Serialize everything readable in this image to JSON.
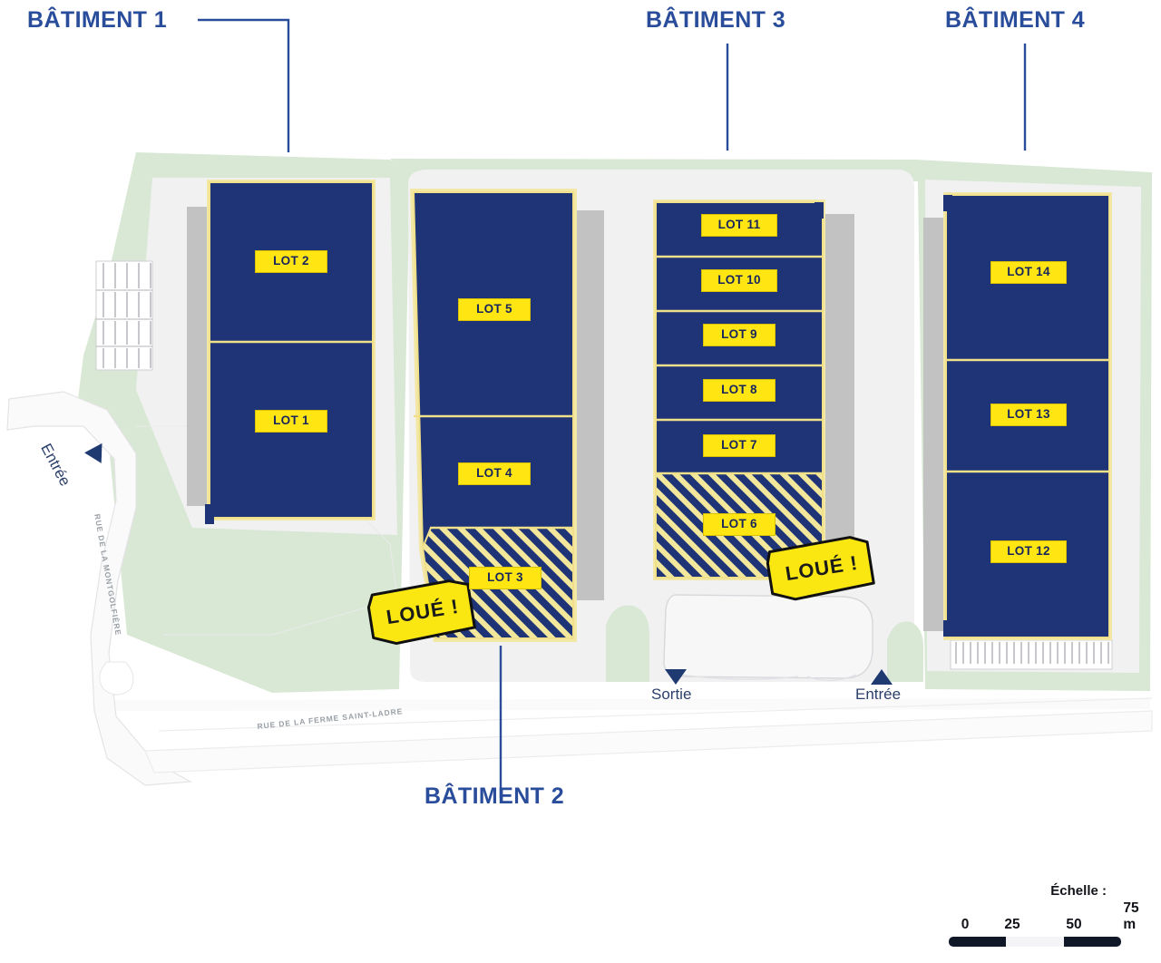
{
  "plan": {
    "title_prefix": "BÂTIMENT",
    "buildings": [
      {
        "id": "b1",
        "label": "BÂTIMENT 1"
      },
      {
        "id": "b2",
        "label": "BÂTIMENT 2"
      },
      {
        "id": "b3",
        "label": "BÂTIMENT 3"
      },
      {
        "id": "b4",
        "label": "BÂTIMENT 4"
      }
    ],
    "lots": [
      {
        "id": "lot1",
        "label": "LOT 1",
        "building": "BÂTIMENT 1",
        "status": "disponible"
      },
      {
        "id": "lot2",
        "label": "LOT 2",
        "building": "BÂTIMENT 1",
        "status": "disponible"
      },
      {
        "id": "lot3",
        "label": "LOT 3",
        "building": "BÂTIMENT 2",
        "status": "loué"
      },
      {
        "id": "lot4",
        "label": "LOT 4",
        "building": "BÂTIMENT 2",
        "status": "disponible"
      },
      {
        "id": "lot5",
        "label": "LOT 5",
        "building": "BÂTIMENT 2",
        "status": "disponible"
      },
      {
        "id": "lot6",
        "label": "LOT 6",
        "building": "BÂTIMENT 3",
        "status": "loué"
      },
      {
        "id": "lot7",
        "label": "LOT 7",
        "building": "BÂTIMENT 3",
        "status": "disponible"
      },
      {
        "id": "lot8",
        "label": "LOT 8",
        "building": "BÂTIMENT 3",
        "status": "disponible"
      },
      {
        "id": "lot9",
        "label": "LOT 9",
        "building": "BÂTIMENT 3",
        "status": "disponible"
      },
      {
        "id": "lot10",
        "label": "LOT 10",
        "building": "BÂTIMENT 3",
        "status": "disponible"
      },
      {
        "id": "lot11",
        "label": "LOT 11",
        "building": "BÂTIMENT 3",
        "status": "disponible"
      },
      {
        "id": "lot12",
        "label": "LOT 12",
        "building": "BÂTIMENT 4",
        "status": "disponible"
      },
      {
        "id": "lot13",
        "label": "LOT 13",
        "building": "BÂTIMENT 4",
        "status": "disponible"
      },
      {
        "id": "lot14",
        "label": "LOT 14",
        "building": "BÂTIMENT 4",
        "status": "disponible"
      }
    ],
    "tags": [
      {
        "id": "loue_b2",
        "label": "LOUÉ !",
        "for_lot": "LOT 3"
      },
      {
        "id": "loue_b3",
        "label": "LOUÉ !",
        "for_lot": "LOT 6"
      }
    ],
    "access": [
      {
        "id": "entree_ouest",
        "label": "Entrée",
        "icon": "triangle-up-icon"
      },
      {
        "id": "sortie_sud",
        "label": "Sortie",
        "icon": "triangle-down-icon"
      },
      {
        "id": "entree_sud",
        "label": "Entrée",
        "icon": "triangle-up-icon"
      }
    ],
    "streets": [
      {
        "id": "rue_montgolfier",
        "label": "RUE DE LA MONTGOLFIÈRE"
      },
      {
        "id": "rue_ferme",
        "label": "RUE DE LA FERME SAINT-LADRE"
      }
    ],
    "scale": {
      "title": "Échelle :",
      "ticks": [
        "0",
        "25",
        "50",
        "75 m"
      ],
      "unit": "m"
    },
    "colors": {
      "lot_fill": "#1e3476",
      "lot_border": "#f0e08a",
      "label_yellow": "#FFE612",
      "tag_yellow": "#FAE712",
      "title_blue": "#2a4d9b",
      "green_space": "#d8e8d4",
      "asphalt": "#f1f1f2",
      "shadow_grey": "#c2c2c2",
      "ground_white": "#ffffff"
    }
  }
}
